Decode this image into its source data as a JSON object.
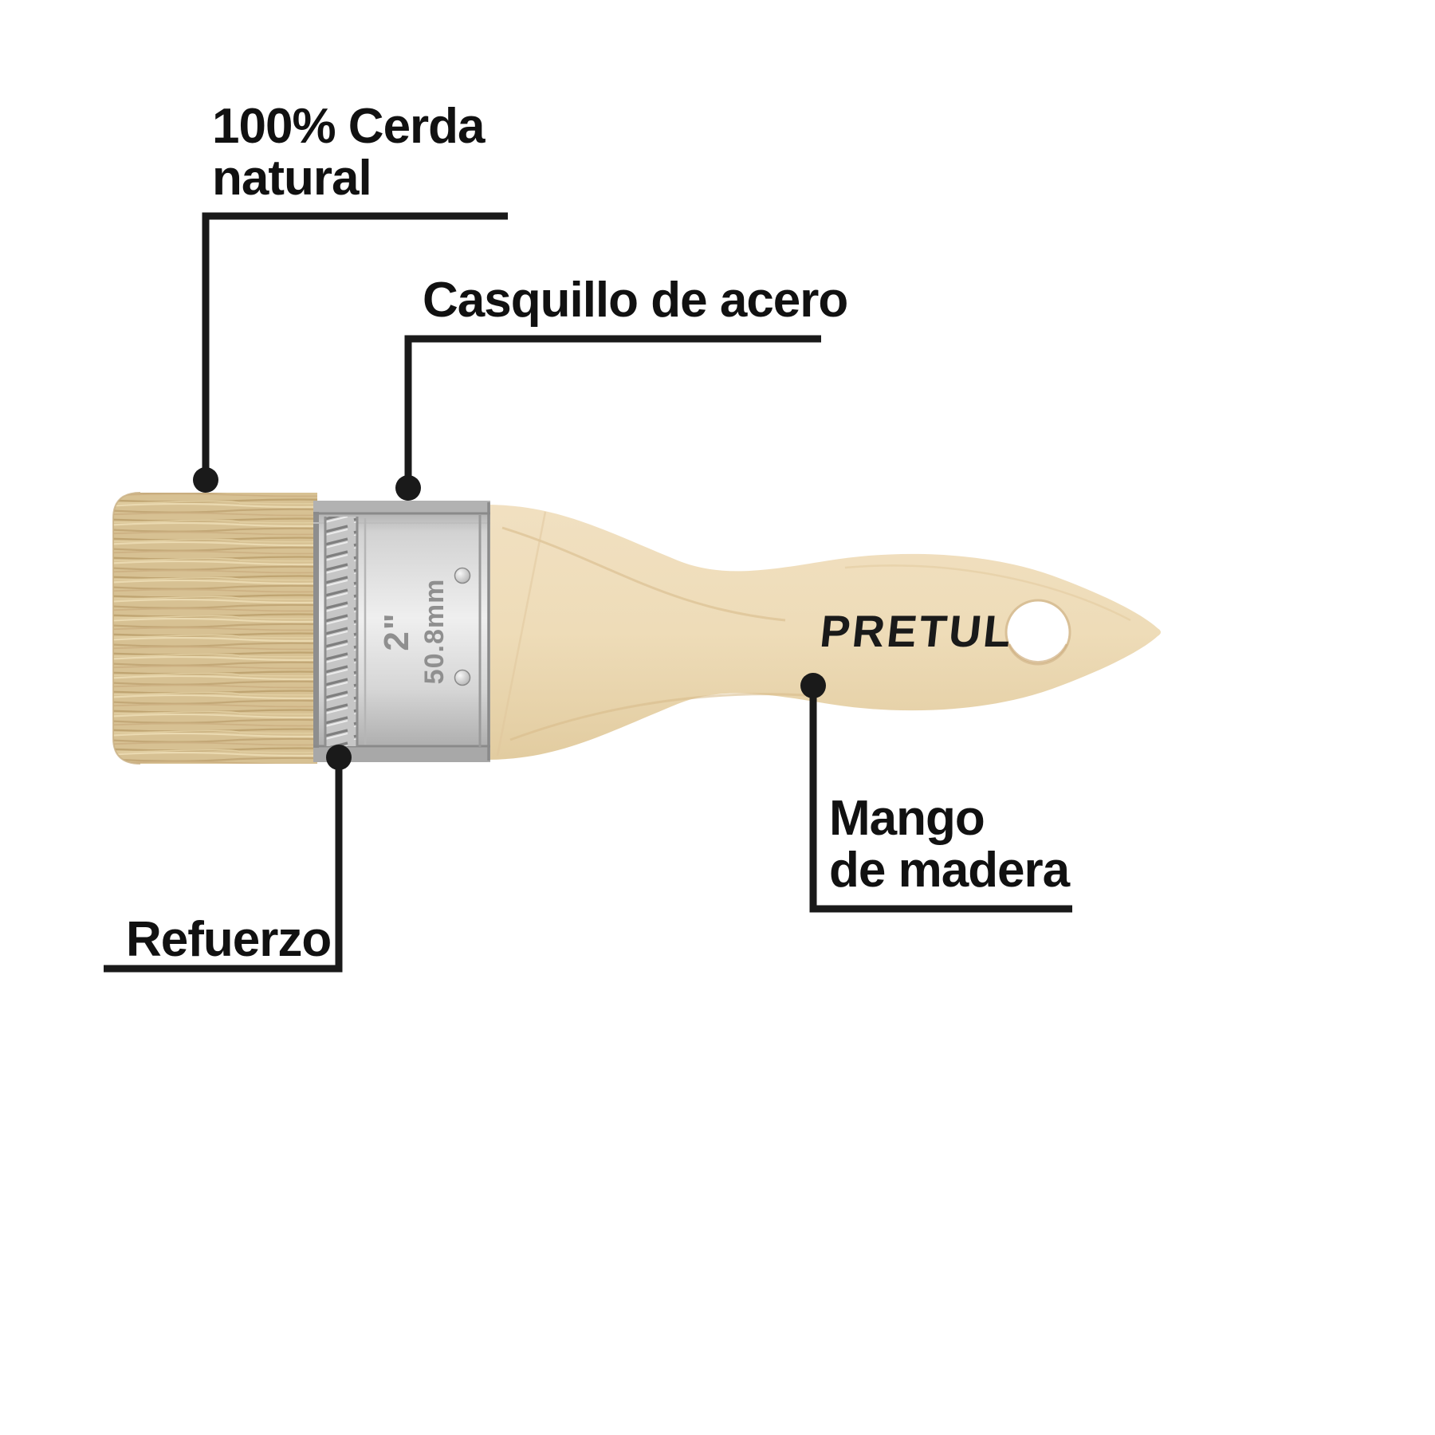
{
  "diagram": {
    "labels": {
      "bristles": {
        "line1": "100% Cerda",
        "line2": "natural"
      },
      "ferrule": "Casquillo de acero",
      "reinforcement": "Refuerzo",
      "handle": {
        "line1": "Mango",
        "line2": "de madera"
      }
    },
    "product": {
      "brand": "PRETUL",
      "stamp_inches": "2\"",
      "stamp_mm": "50.8mm"
    },
    "colors": {
      "label_text": "#111111",
      "leader_line": "#1a1a1a",
      "bristle_base": "#d7c193",
      "ferrule_metal": "#cccccc",
      "wood": "#eedcb8",
      "background": "#ffffff"
    }
  }
}
